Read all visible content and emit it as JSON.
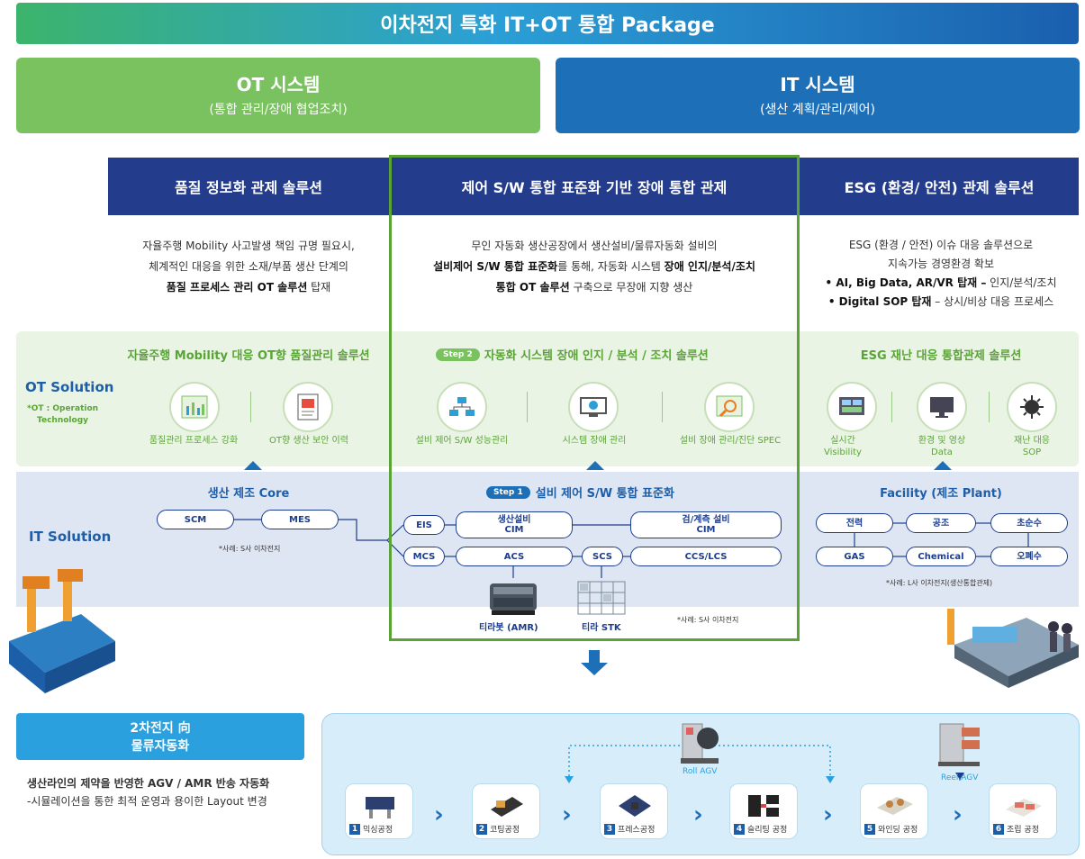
{
  "title": "이차전지 특화 IT+OT 통합 Package",
  "ot_system": {
    "title": "OT 시스템",
    "subtitle": "(통합 관리/장애 협업조치)"
  },
  "it_system": {
    "title": "IT 시스템",
    "subtitle": "(생산 계획/관리/제어)"
  },
  "columns": [
    {
      "head": "품질 정보화 관제 솔루션",
      "desc1": "자율주행 Mobility 사고발생 책임 규명 필요시,",
      "desc2": "체계적인 대응을 위한 소재/부품 생산 단계의",
      "desc3_bold": "품질 프로세스 관리 OT 솔루션",
      "desc3_tail": " 탑재"
    },
    {
      "head": "제어 S/W 통합 표준화 기반 장애 통합 관제",
      "desc1": "무인 자동화 생산공장에서 생산설비/물류자동화 설비의",
      "desc2_bold": "설비제어 S/W 통합 표준화",
      "desc2_mid": "를 통해, 자동화 시스템 ",
      "desc2_bold2": "장애 인지/분석/조치",
      "desc3_bold": "통합 OT 솔루션",
      "desc3_tail": " 구축으로 무장애 지향 생산"
    },
    {
      "head": "ESG (환경/ 안전) 관제 솔루션",
      "desc1": "ESG (환경 / 안전) 이슈 대응 솔루션으로",
      "desc2": "지속가능 경영환경 확보",
      "desc3_bold": "• AI, Big Data, AR/VR 탑재 –",
      "desc3_tail": " 인지/분석/조치",
      "desc4_bold": "• Digital SOP 탑재",
      "desc4_tail": " – 상시/비상 대응 프로세스"
    }
  ],
  "ot_solution": {
    "label": "OT Solution",
    "note1": "*OT : Operation",
    "note2": "Technology",
    "left_title": "자율주행 Mobility 대응 OT향 품질관리 솔루션",
    "left_items": [
      "품질관리 프로세스 강화",
      "OT향 생산 보안 이력"
    ],
    "mid_step": "Step 2",
    "mid_title": "자동화 시스템 장애 인지 / 분석 / 조치 솔루션",
    "mid_items": [
      "설비 제어 S/W 성능관리",
      "시스템 장애 관리",
      "설비 장애 관리/진단 SPEC"
    ],
    "right_title": "ESG 재난 대응 통합관제 솔루션",
    "right_items": [
      [
        "실시간",
        "Visibility"
      ],
      [
        "환경 및 영상",
        "Data"
      ],
      [
        "재난 대응",
        "SOP"
      ]
    ]
  },
  "it_solution": {
    "label": "IT Solution",
    "left_title": "생산 제조 Core",
    "left_items": [
      "SCM",
      "MES"
    ],
    "left_note": "*사례: S사 이차전지",
    "mid_step": "Step 1",
    "mid_title": "설비 제어 S/W 통합 표준화",
    "mid_row1": [
      "EIS",
      "생산설비\nCIM",
      "검/계측 설비\nCIM"
    ],
    "mid_row2": [
      "MCS",
      "ACS",
      "SCS",
      "CCS/LCS"
    ],
    "mid_items": [
      "티라봇 (AMR)",
      "티라 STK"
    ],
    "mid_note": "*사례: S사 이차전지",
    "right_title": "Facility (제조 Plant)",
    "right_row1": [
      "전력",
      "공조",
      "초순수"
    ],
    "right_row2": [
      "GAS",
      "Chemical",
      "오폐수"
    ],
    "right_note": "*사례: L사 이차전지(생산통합관제)"
  },
  "bottom": {
    "tab_line1": "2차전지 向",
    "tab_line2": "물류자동화",
    "desc_bold": "생산라인의 제약을 반영한 AGV / AMR 반송 자동화",
    "desc_tail": "-시뮬레이션을 통한 최적 운영과 용이한 Layout 변경",
    "roll_agv": "Roll AGV",
    "reel_agv": "Reel AGV",
    "processes": [
      {
        "num": "1",
        "label": "믹싱공정"
      },
      {
        "num": "2",
        "label": "코팅공정"
      },
      {
        "num": "3",
        "label": "프레스공정"
      },
      {
        "num": "4",
        "label": "슬리팅 공정"
      },
      {
        "num": "5",
        "label": "와인딩 공정"
      },
      {
        "num": "6",
        "label": "조립 공정"
      }
    ]
  },
  "colors": {
    "green": "#7ac25f",
    "blue": "#1d6fb8",
    "navy": "#233c8c"
  }
}
